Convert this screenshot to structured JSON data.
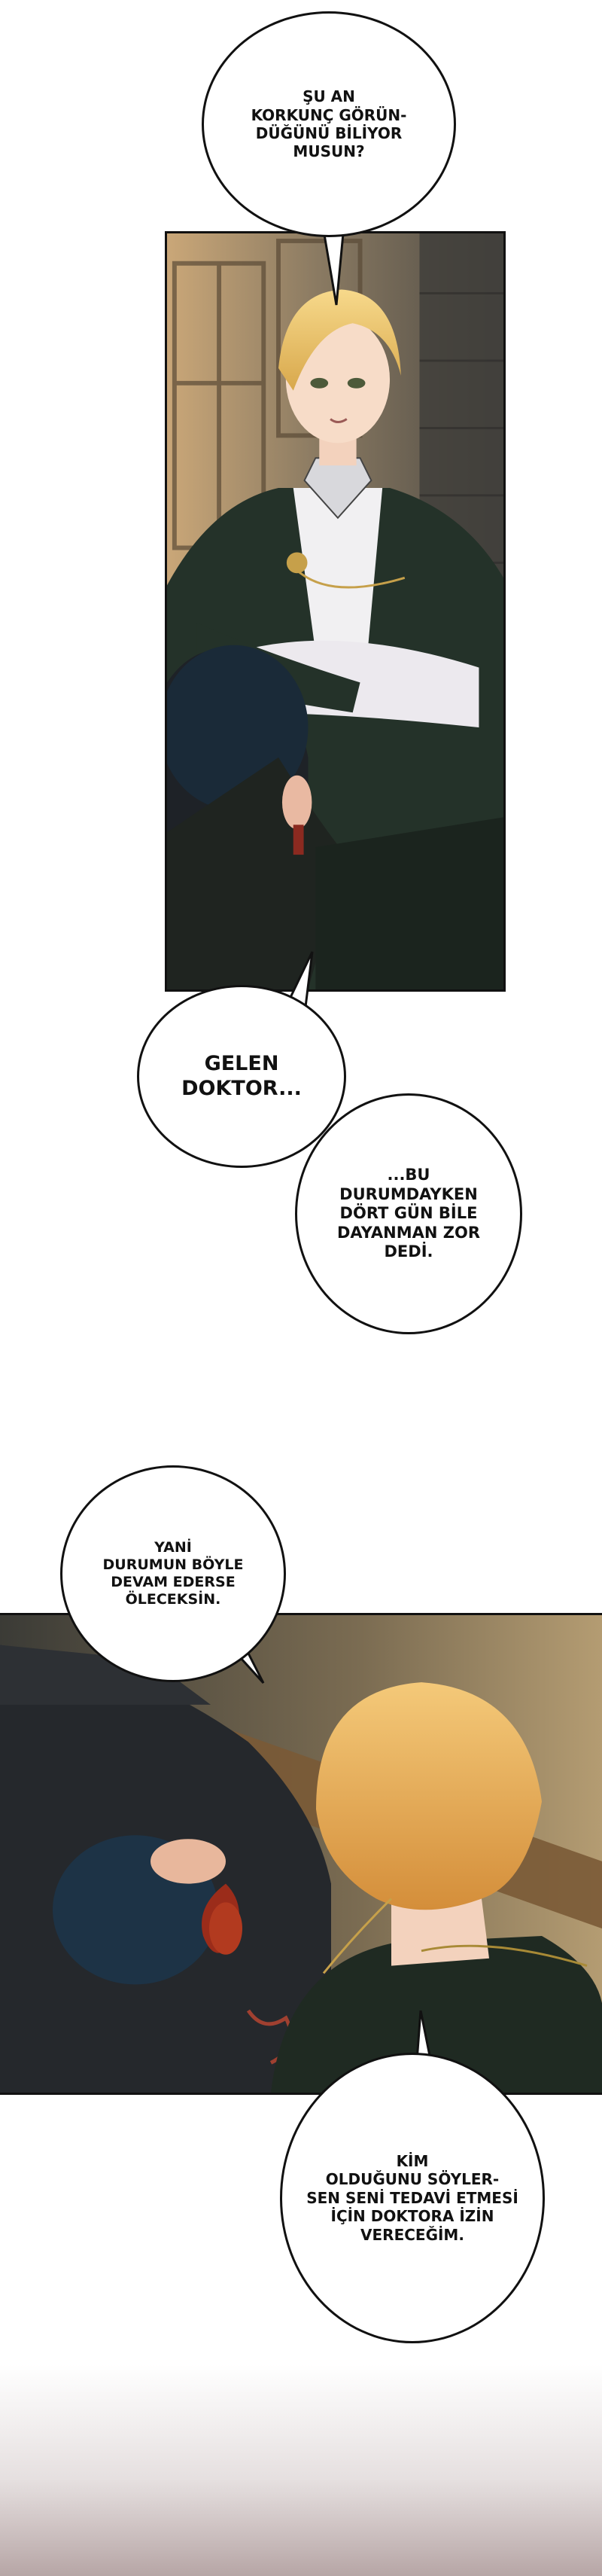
{
  "bubbles": {
    "b1": "ŞU AN\nKORKUNÇ GÖRÜN-\nDÜĞÜNÜ BİLİYOR\nMUSUN?",
    "b2": "GELEN\nDOKTOR...",
    "b3": "...BU\nDURUMDAYKEN\nDÖRT GÜN BİLE\nDAYANMAN ZOR\nDEDİ.",
    "b4": "YANİ\nDURUMUN BÖYLE\nDEVAM EDERSE\nÖLECEKSİN.",
    "b5": "KİM\nOLDUĞUNU SÖYLER-\nSEN SENİ TEDAVİ ETMESİ\nİÇİN DOKTORA İZİN\nVERECEĞİM."
  }
}
